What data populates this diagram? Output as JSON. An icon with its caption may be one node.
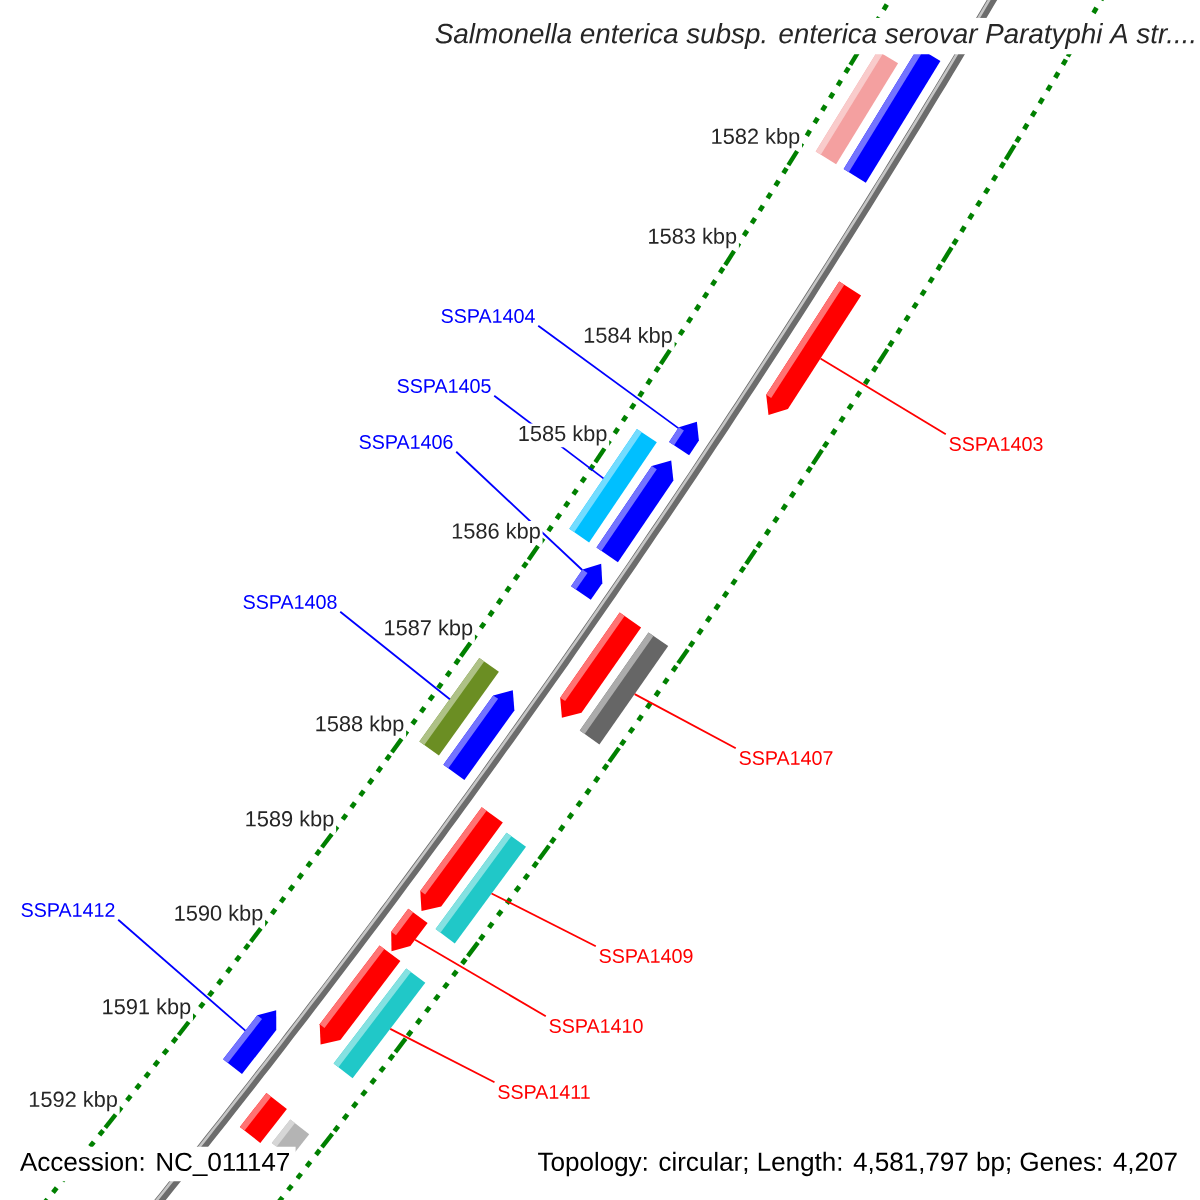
{
  "diagram": {
    "title": "Salmonella enterica subsp. enterica serovar Paratyphi A str....",
    "nodes": [
      {
        "text": [],
        "shape": "bar"
      },
      {
        "text": [],
        "shape": "bar"
      },
      {
        "text": [],
        "shape": "bar"
      },
      {
        "text": [],
        "shape": "bar"
      },
      {
        "text": [],
        "shape": "bar"
      },
      {
        "text": [],
        "shape": "bar"
      },
      {
        "text": [],
        "shape": "bar"
      },
      {
        "text": [],
        "shape": "bar"
      },
      {
        "text": [],
        "shape": "bar"
      },
      {
        "text": [],
        "shape": "bar"
      },
      {
        "text": [],
        "shape": "bar"
      },
      {
        "text": [],
        "shape": "bar"
      },
      {
        "text": [],
        "shape": "bar"
      },
      {
        "text": [],
        "shape": "bar"
      },
      {
        "text": [],
        "shape": "bar"
      },
      {
        "text": [],
        "shape": "bar"
      },
      {
        "text": [],
        "shape": "bar"
      },
      {
        "text": [],
        "shape": "bar"
      },
      {
        "text": [],
        "shape": "bar"
      },
      {
        "text": [
          "SSPA1403"
        ]
      },
      {
        "text": [
          "SSPA1404"
        ]
      },
      {
        "text": [
          "SSPA1405"
        ]
      },
      {
        "text": [
          "SSPA1406"
        ]
      },
      {
        "text": [
          "SSPA1407"
        ]
      },
      {
        "text": [
          "SSPA1408"
        ]
      },
      {
        "text": [
          "SSPA1409"
        ]
      },
      {
        "text": [
          "SSPA1410"
        ]
      },
      {
        "text": [
          "SSPA1411"
        ]
      },
      {
        "text": [
          "SSPA1412"
        ]
      }
    ],
    "edges": [
      {
        "from": 19,
        "to": 2,
        "arrow": "none",
        "color": "#ff0000"
      },
      {
        "from": 20,
        "to": 3,
        "arrow": "none",
        "color": "#0000ff"
      },
      {
        "from": 21,
        "to": 4,
        "arrow": "none",
        "color": "#0000ff"
      },
      {
        "from": 22,
        "to": 6,
        "arrow": "none",
        "color": "#0000ff"
      },
      {
        "from": 23,
        "to": 8,
        "arrow": "none",
        "color": "#ff0000"
      },
      {
        "from": 24,
        "to": 9,
        "arrow": "none",
        "color": "#0000ff"
      },
      {
        "from": 25,
        "to": 12,
        "arrow": "none",
        "color": "#ff0000"
      },
      {
        "from": 26,
        "to": 13,
        "arrow": "none",
        "color": "#ff0000"
      },
      {
        "from": 27,
        "to": 15,
        "arrow": "none",
        "color": "#ff0000"
      },
      {
        "from": 28,
        "to": 16,
        "arrow": "none",
        "color": "#0000ff"
      }
    ],
    "labels": [
      "1582 kbp",
      "1583 kbp",
      "1584 kbp",
      "1585 kbp",
      "1586 kbp",
      "1587 kbp",
      "1588 kbp",
      "1589 kbp",
      "1590 kbp",
      "1591 kbp",
      "1592 kbp",
      "Accession: NC_011147",
      "Topology: circular; Length: 4,581,797 bp; Genes: 4,207"
    ]
  }
}
